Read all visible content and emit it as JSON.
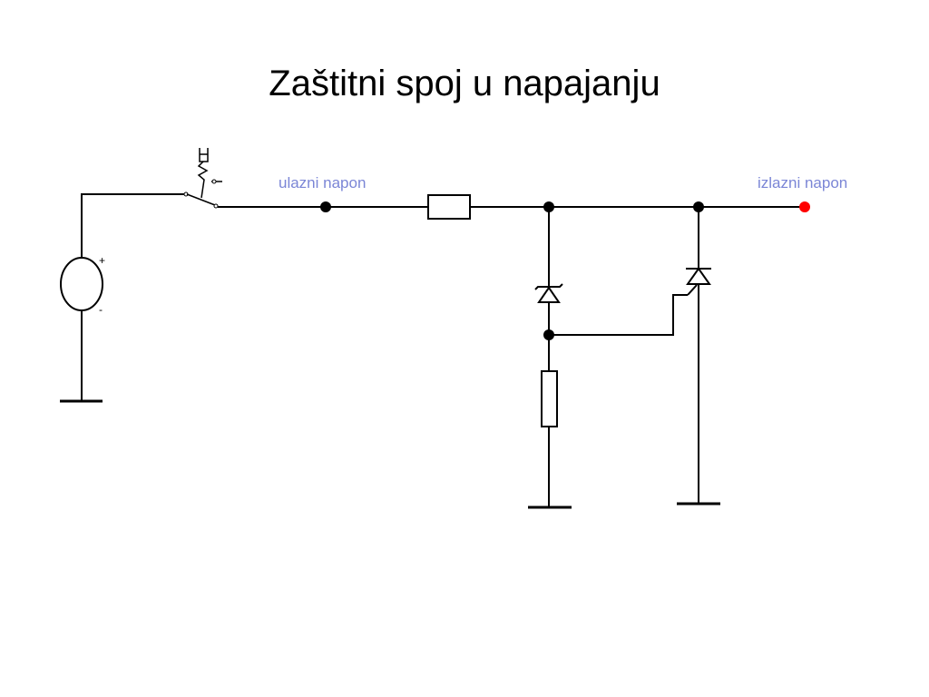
{
  "title": "Zaštitni spoj u napajanju",
  "labels": {
    "input_voltage": "ulazni napon",
    "output_voltage": "izlazni napon"
  },
  "source": {
    "plus": "+",
    "minus": "-"
  },
  "colors": {
    "label": "#7b86d6",
    "output_terminal": "#ff0000",
    "wire": "#000000"
  },
  "components": [
    "voltage-source",
    "switch",
    "fuse",
    "zener-diode",
    "resistor",
    "thyristor",
    "ground",
    "ground",
    "ground"
  ]
}
